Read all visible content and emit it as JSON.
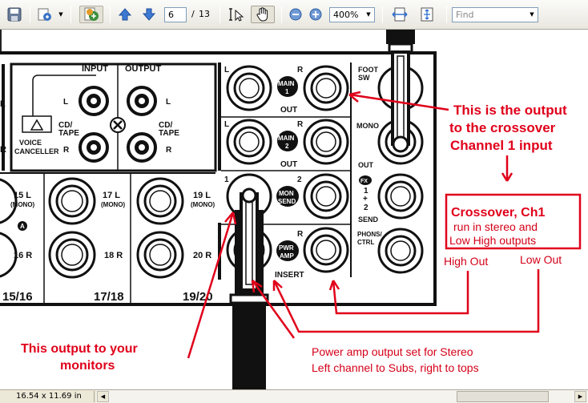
{
  "toolbar": {
    "save_icon": "save-icon",
    "print_icon": "print-icon",
    "print_menu_icon": "chevron-down-icon",
    "share_icon": "share-icon",
    "prev_page_icon": "arrow-up-icon",
    "next_page_icon": "arrow-down-icon",
    "page_number": "6",
    "page_separator": "/",
    "page_total": "13",
    "select_tool_icon": "select-text-icon",
    "hand_tool_icon": "hand-icon",
    "zoom_out_icon": "zoom-out-icon",
    "zoom_in_icon": "zoom-in-icon",
    "zoom_value": "400%",
    "fit_width_icon": "fit-width-icon",
    "fit_page_icon": "fit-page-icon",
    "find_placeholder": "Find"
  },
  "document": {
    "panel": {
      "input_label": "INPUT",
      "output_label": "OUTPUT",
      "cd_tape_label_1": "CD/",
      "cd_tape_label_2": "TAPE",
      "voice_canceller_1": "VOICE",
      "voice_canceller_2": "CANCELLER",
      "l": "L",
      "r": "R",
      "ch15l": "15 L",
      "ch15mono": "(MONO)",
      "ch16r": "16 R",
      "ch17l": "17 L",
      "ch17mono": "(MONO)",
      "ch18r": "18 R",
      "ch19l": "19 L",
      "ch19mono": "(MONO)",
      "ch20r": "20 R",
      "group_1516": "15/16",
      "group_1718": "17/18",
      "group_1920": "19/20",
      "main_label": "MAIN",
      "main1": "1",
      "main2": "2",
      "mon_1": "MON",
      "mon_2": "SEND",
      "pwr_1": "PWR",
      "pwr_2": "AMP",
      "out": "OUT",
      "insert": "INSERT",
      "foot_sw_1": "FOOT",
      "foot_sw_2": "SW",
      "mono": "MONO",
      "fx_label": "FX",
      "fx_1": "1",
      "fx_plus": "+",
      "fx_2": "2",
      "send": "SEND",
      "phons_1": "PHONS/",
      "phons_2": "CTRL",
      "num_1": "1",
      "num_2": "2"
    },
    "annotations": {
      "output_note_1": "This is the output",
      "output_note_2": "to the crossover",
      "output_note_3": "Channel 1 input",
      "crossover_title": "Crossover, Ch1",
      "crossover_line_1": "run in stereo and",
      "crossover_line_2": "Low High outputs",
      "high_out": "High Out",
      "low_out": "Low Out",
      "monitors_1": "This output to your",
      "monitors_2": "monitors",
      "pwr_note_1": "Power amp output set for Stereo",
      "pwr_note_2": "Left channel to Subs, right to tops"
    },
    "accent_color": "#e0001a"
  },
  "status": {
    "page_size": "16.54 x 11.69 in",
    "scroll_left_icon": "arrow-left-icon",
    "scroll_right_icon": "arrow-right-icon"
  }
}
